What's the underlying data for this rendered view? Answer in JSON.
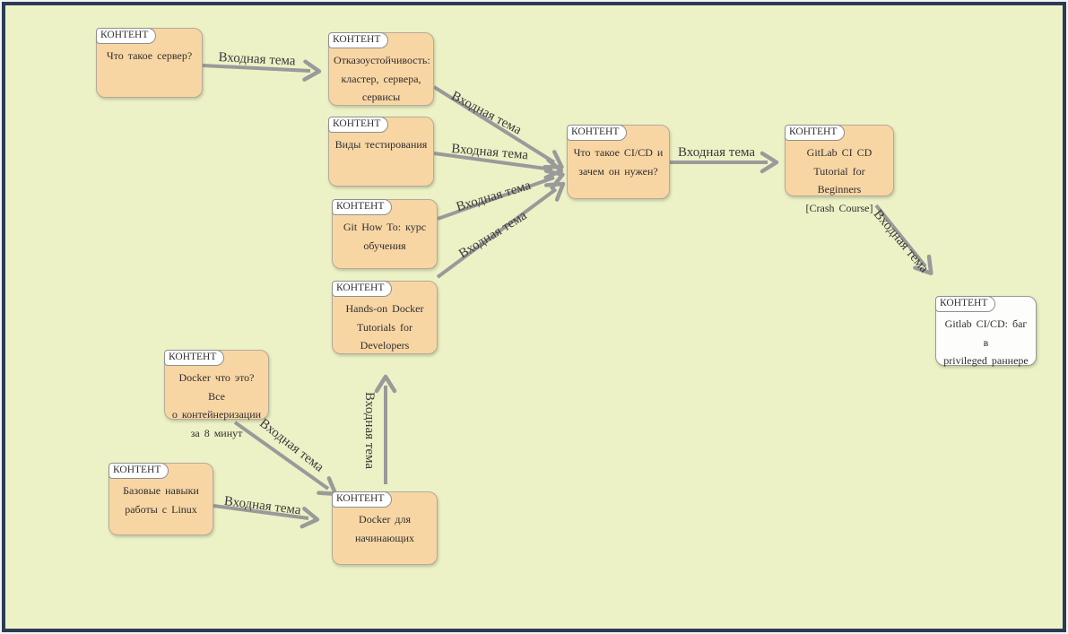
{
  "diagram": {
    "badge_label": "КОНТЕНТ",
    "colors": {
      "canvas_background": "#edf2c6",
      "canvas_border": "#2c3b54",
      "node_fill": "#f8d6a4",
      "node_alt_fill": "#fdfdfb",
      "arrow": "#9a9a9a"
    },
    "nodes": [
      {
        "id": "server",
        "badge": "КОНТЕНТ",
        "text": "Что такое сервер?"
      },
      {
        "id": "fault_tolerance",
        "badge": "КОНТЕНТ",
        "text": "Отказоустойчивость:\nкластер, сервера,\nсервисы"
      },
      {
        "id": "testing_types",
        "badge": "КОНТЕНТ",
        "text": "Виды тестирования"
      },
      {
        "id": "git_how_to",
        "badge": "КОНТЕНТ",
        "text": "Git How To: курс\nобучения"
      },
      {
        "id": "hands_on_docker",
        "badge": "КОНТЕНТ",
        "text": "Hands-on Docker\nTutorials for\nDevelopers"
      },
      {
        "id": "what_is_cicd",
        "badge": "КОНТЕНТ",
        "text": "Что такое CI/CD и\nзачем он нужен?"
      },
      {
        "id": "gitlab_tutorial",
        "badge": "КОНТЕНТ",
        "text": "GitLab CI CD\nTutorial for Beginners\n[Crash Course]"
      },
      {
        "id": "gitlab_cicd_bug",
        "badge": "КОНТЕНТ",
        "text": "Gitlab CI/CD: баг в\nprivileged раннере"
      },
      {
        "id": "docker_what_is",
        "badge": "КОНТЕНТ",
        "text": "Docker что это? Все\nо контейнеризации\nза 8 минут"
      },
      {
        "id": "linux_basics",
        "badge": "КОНТЕНТ",
        "text": "Базовые навыки\nработы с Linux"
      },
      {
        "id": "docker_beginners",
        "badge": "КОНТЕНТ",
        "text": "Docker для\nначинающих"
      }
    ],
    "edges": [
      {
        "from": "server",
        "to": "fault_tolerance",
        "label": "Входная тема"
      },
      {
        "from": "fault_tolerance",
        "to": "what_is_cicd",
        "label": "Входная тема"
      },
      {
        "from": "testing_types",
        "to": "what_is_cicd",
        "label": "Входная тема"
      },
      {
        "from": "git_how_to",
        "to": "what_is_cicd",
        "label": "Входная тема"
      },
      {
        "from": "hands_on_docker",
        "to": "what_is_cicd",
        "label": "Входная тема"
      },
      {
        "from": "what_is_cicd",
        "to": "gitlab_tutorial",
        "label": "Входная тема"
      },
      {
        "from": "gitlab_tutorial",
        "to": "gitlab_cicd_bug",
        "label": "Входная тема"
      },
      {
        "from": "docker_what_is",
        "to": "docker_beginners",
        "label": "Входная тема"
      },
      {
        "from": "linux_basics",
        "to": "docker_beginners",
        "label": "Входная тема"
      },
      {
        "from": "docker_beginners",
        "to": "hands_on_docker",
        "label": "Входная тема"
      }
    ]
  }
}
